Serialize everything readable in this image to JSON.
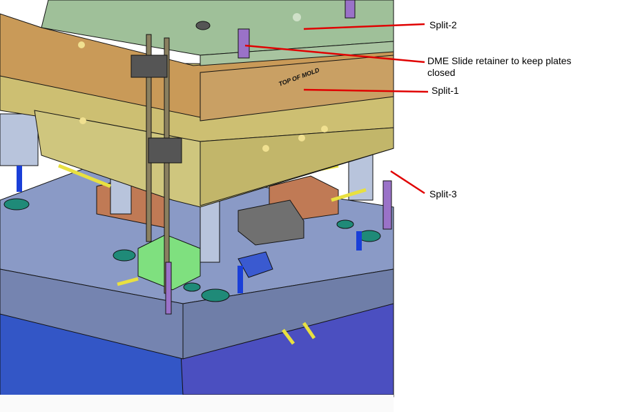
{
  "annotations": {
    "split2": "Split-2",
    "dme_line1": "DME Slide retainer to keep plates",
    "dme_line2": "closed",
    "split1": "Split-1",
    "split3": "Split-3"
  },
  "model": {
    "engraving": "TOP OF MOLD"
  },
  "colors": {
    "leader": "#e00000",
    "plate_green": "#9fbf98",
    "plate_orange": "#c89a5a",
    "plate_yellow": "#c9bf6e",
    "plate_gray_blue": "#7f8fb8",
    "plate_blue": "#2f55c8"
  }
}
